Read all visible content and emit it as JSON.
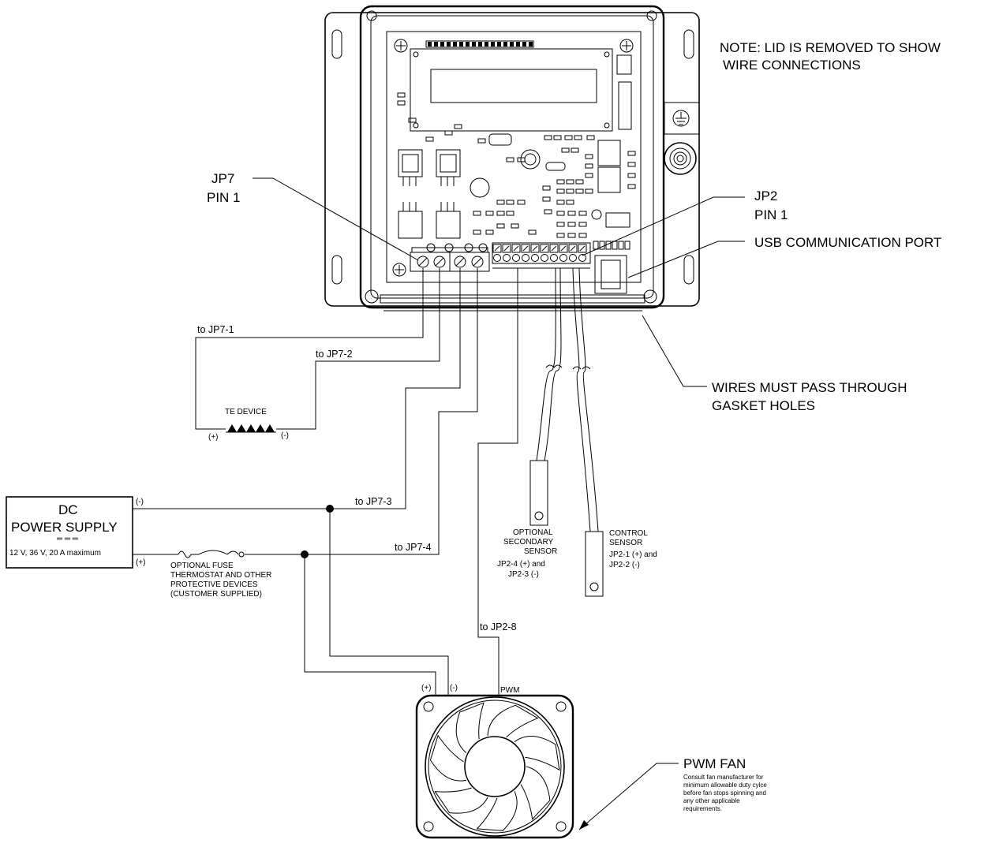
{
  "labels": {
    "note_line1": "NOTE: LID IS REMOVED TO SHOW",
    "note_line2": "WIRE CONNECTIONS",
    "jp7_line1": "JP7",
    "jp7_line2": "PIN 1",
    "jp2_line1": "JP2",
    "jp2_line2": "PIN 1",
    "usb_port": "USB COMMUNICATION PORT",
    "gasket_line1": "WIRES MUST PASS THROUGH",
    "gasket_line2": "GASKET HOLES",
    "to_jp7_1": "to JP7-1",
    "to_jp7_2": "to JP7-2",
    "to_jp7_3": "to JP7-3",
    "to_jp7_4": "to JP7-4",
    "to_jp2_8": "to JP2-8",
    "te_device": "TE DEVICE",
    "te_plus": "(+)",
    "te_minus": "(-)",
    "ps_line1": "DC",
    "ps_line2": "POWER SUPPLY",
    "ps_symbol": "═ ═ ═",
    "ps_rating": "12 V,   36 V, 20 A maximum",
    "ps_minus": "(-)",
    "ps_plus": "(+)",
    "fuse_line1": "OPTIONAL FUSE",
    "fuse_line2": "THERMOSTAT AND OTHER",
    "fuse_line3": "PROTECTIVE DEVICES",
    "fuse_line4": "(CUSTOMER SUPPLIED)",
    "sec_line1": "OPTIONAL",
    "sec_line2": "SECONDARY",
    "sec_line3": "SENSOR",
    "sec_line4": "JP2-4 (+) and",
    "sec_line5": "JP2-3 (-)",
    "ctl_line1": "CONTROL",
    "ctl_line2": "SENSOR",
    "ctl_line3": "JP2-1 (+) and",
    "ctl_line4": "JP2-2 (-)",
    "fan_plus": "(+)",
    "fan_minus": "(-)",
    "fan_pwm": "PWM",
    "fan_title": "PWM FAN",
    "fan_note1": "Consult fan manufacturer for",
    "fan_note2": "minimum allowable duty cylce",
    "fan_note3": "before fan stops spinning and",
    "fan_note4": "any other applicable",
    "fan_note5": "requirements."
  }
}
